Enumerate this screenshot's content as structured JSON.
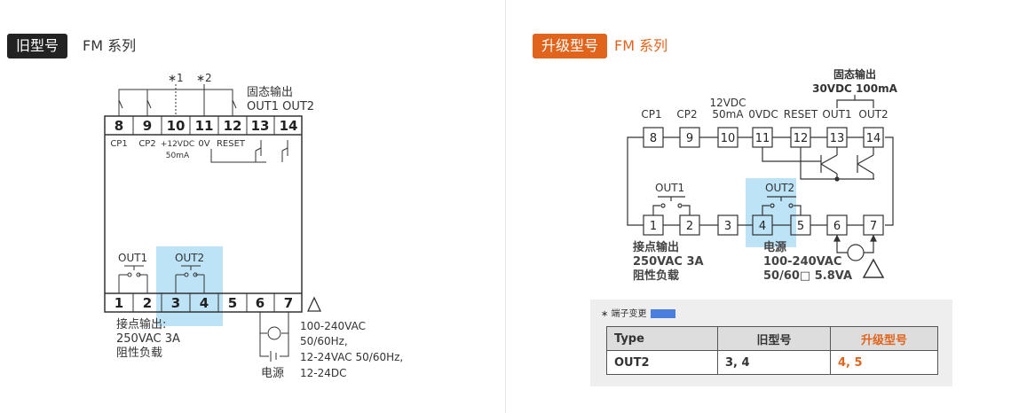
{
  "left": {
    "badge": "旧型号",
    "series": "FM 系列",
    "notes": [
      "∗1",
      "∗2"
    ],
    "solid_output": [
      "固态输出",
      "OUT1 OUT2"
    ],
    "top_terminals": [
      "8",
      "9",
      "10",
      "11",
      "12",
      "13",
      "14"
    ],
    "top_labels": [
      "CP1",
      "CP2",
      "+12VDC",
      "0V",
      "RESET"
    ],
    "sub_label": "50mA",
    "bottom_terminals": [
      "1",
      "2",
      "3",
      "4",
      "5",
      "6",
      "7"
    ],
    "out1": "OUT1",
    "out2": "OUT2",
    "contact": [
      "接点输出:",
      "250VAC 3A",
      "阻性负载"
    ],
    "power_specs": [
      "100-240VAC",
      "50/60Hz,",
      "12-24VAC 50/60Hz,",
      "12-24DC"
    ],
    "power_label": "电源",
    "warning": "⚠"
  },
  "right": {
    "badge": "升级型号",
    "series": "FM 系列",
    "solid_output": [
      "固态输出",
      "30VDC 100mA"
    ],
    "top_terminals": [
      "8",
      "9",
      "10",
      "11",
      "12",
      "13",
      "14"
    ],
    "top_labels": [
      "CP1",
      "CP2",
      "12VDC",
      "0VDC",
      "RESET",
      "OUT1",
      "OUT2"
    ],
    "sub_label": "50mA",
    "bottom_terminals": [
      "1",
      "2",
      "3",
      "4",
      "5",
      "6",
      "7"
    ],
    "out1": "OUT1",
    "out2": "OUT2",
    "contact": [
      "接点输出",
      "250VAC 3A",
      "阻性负载"
    ],
    "power": [
      "电源",
      "100-240VAC",
      "50/60□ 5.8VA"
    ],
    "warning": "⚠"
  },
  "note": {
    "title": "∗ 端子变更",
    "headers": [
      "Type",
      "旧型号",
      "升级型号"
    ],
    "row": [
      "OUT2",
      "3, 4",
      "4, 5"
    ]
  },
  "colors": {
    "highlight": "#bde3f7",
    "accent": "#e0641c",
    "badge_dark": "#222222",
    "note_blue": "#4a7ede"
  }
}
